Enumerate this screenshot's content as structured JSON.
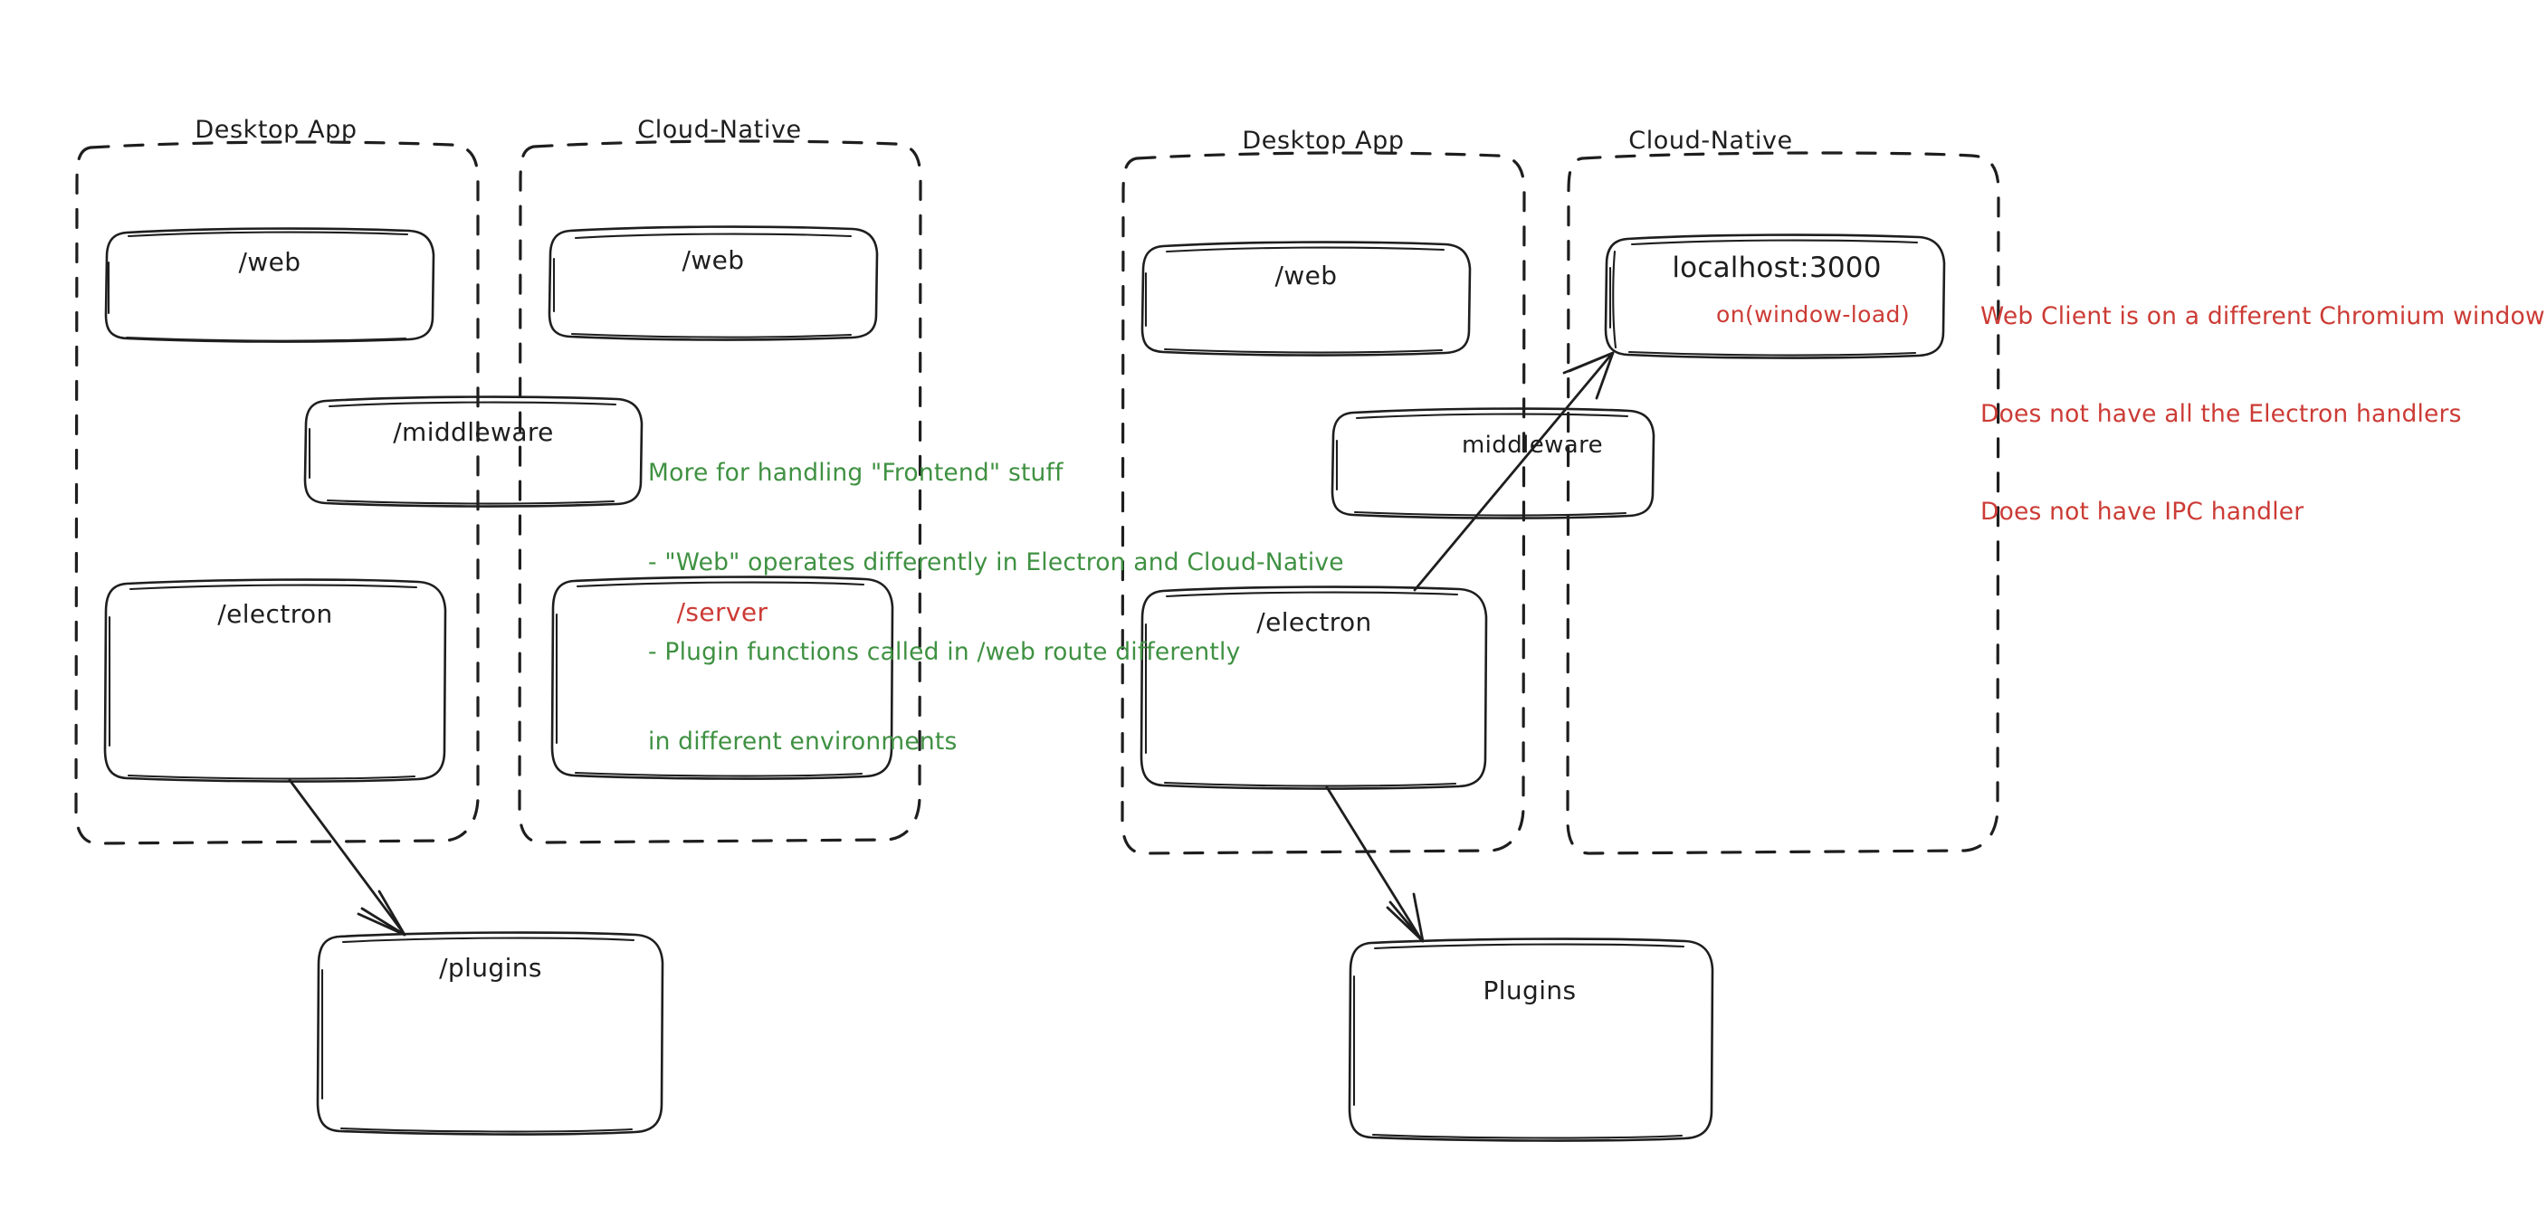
{
  "meta": {
    "title": "Desktop App vs Cloud-Native architecture sketch",
    "style": "hand-drawn whiteboard diagram",
    "colors": {
      "stroke": "#1e1e1e",
      "background": "#ffffff",
      "green_annotation": "#3f9142",
      "red_annotation": "#cc3b35"
    }
  },
  "left_diagram": {
    "groups": [
      {
        "title": "Desktop App"
      },
      {
        "title": "Cloud-Native"
      }
    ],
    "nodes": {
      "desktop_web": "/web",
      "cloud_web": "/web",
      "middleware": "/middleware",
      "electron": "/electron",
      "server": "/server",
      "plugins": "/plugins"
    },
    "annotation": {
      "color": "#3f9142",
      "lines": [
        "More for handling \"Frontend\" stuff",
        "- \"Web\" operates differently in Electron and Cloud-Native",
        "- Plugin functions called in /web route differently",
        "in different environments"
      ]
    }
  },
  "right_diagram": {
    "groups": [
      {
        "title": "Desktop App"
      },
      {
        "title": "Cloud-Native"
      }
    ],
    "nodes": {
      "desktop_web": "/web",
      "localhost": "localhost:3000",
      "localhost_sub": "on(window-load)",
      "middleware": "middleware",
      "electron": "/electron",
      "plugins": "Plugins"
    },
    "annotation": {
      "color": "#cc3b35",
      "lines": [
        "Web Client is on a different Chromium window",
        "Does not have all the Electron handlers",
        "Does not have IPC handler"
      ]
    }
  }
}
